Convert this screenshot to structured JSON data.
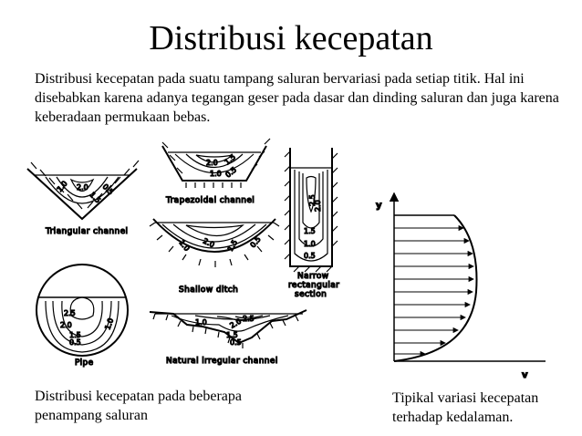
{
  "title": "Distribusi kecepatan",
  "intro": "Distribusi kecepatan pada suatu tampang saluran bervariasi pada setiap titik. Hal ini disebabkan karena adanya tegangan geser pada dasar dan dinding saluran dan juga karena keberadaan permukaan bebas.",
  "diagrams": {
    "triangular": {
      "label": "Triangular channel",
      "c1": "1.0",
      "c2": "2.0",
      "c3": "1.5",
      "c4": "0.5"
    },
    "trapezoidal": {
      "label": "Trapezoidal channel",
      "c1": "2.0",
      "c2": "1.5",
      "c3": "1.0",
      "c4": "0.5"
    },
    "narrow": {
      "label1": "Narrow",
      "label2": "rectangular",
      "label3": "section",
      "c1": "2.5",
      "c2": "2.0",
      "c3": "1.5",
      "c4": "1.0",
      "c5": "0.5"
    },
    "shallow": {
      "label": "Shallow ditch",
      "c1": "1.0",
      "c2": "2.0",
      "c3": "1.5",
      "c4": "0.5"
    },
    "pipe": {
      "label": "Pipe",
      "c1": "2.5",
      "c2": "2.0",
      "c3": "1.5",
      "c4": "0.5",
      "c5": "1.0"
    },
    "natural": {
      "label": "Natural irregular channel",
      "c1": "1.0",
      "c2": "2.5",
      "c3": "2.0",
      "c4": "1.5",
      "c5": "0.5"
    },
    "profile": {
      "y_axis": "y",
      "x_axis": "v"
    }
  },
  "caption_left": "Distribusi kecepatan pada beberapa penampang saluran",
  "caption_right": "Tipikal variasi kecepatan terhadap kedalaman."
}
